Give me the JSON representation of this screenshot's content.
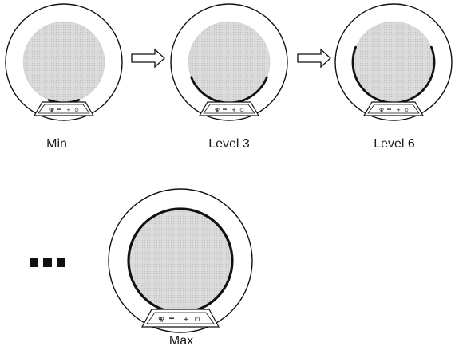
{
  "colors": {
    "outline": "#111111",
    "grille": "#d4d4d4",
    "background": "#ffffff"
  },
  "levels": [
    {
      "label": "Min",
      "ring_fill": 0.12
    },
    {
      "label": "Level 3",
      "ring_fill": 0.38
    },
    {
      "label": "Level 6",
      "ring_fill": 0.62
    },
    {
      "label": "Max",
      "ring_fill": 1.0
    }
  ],
  "connectors": {
    "arrow_icon": "right-hollow-arrow",
    "ellipsis_icon": "three-squares"
  },
  "control_panel": {
    "icons": [
      "mic-mute-icon",
      "volume-down-icon",
      "volume-up-icon",
      "power-icon"
    ]
  }
}
